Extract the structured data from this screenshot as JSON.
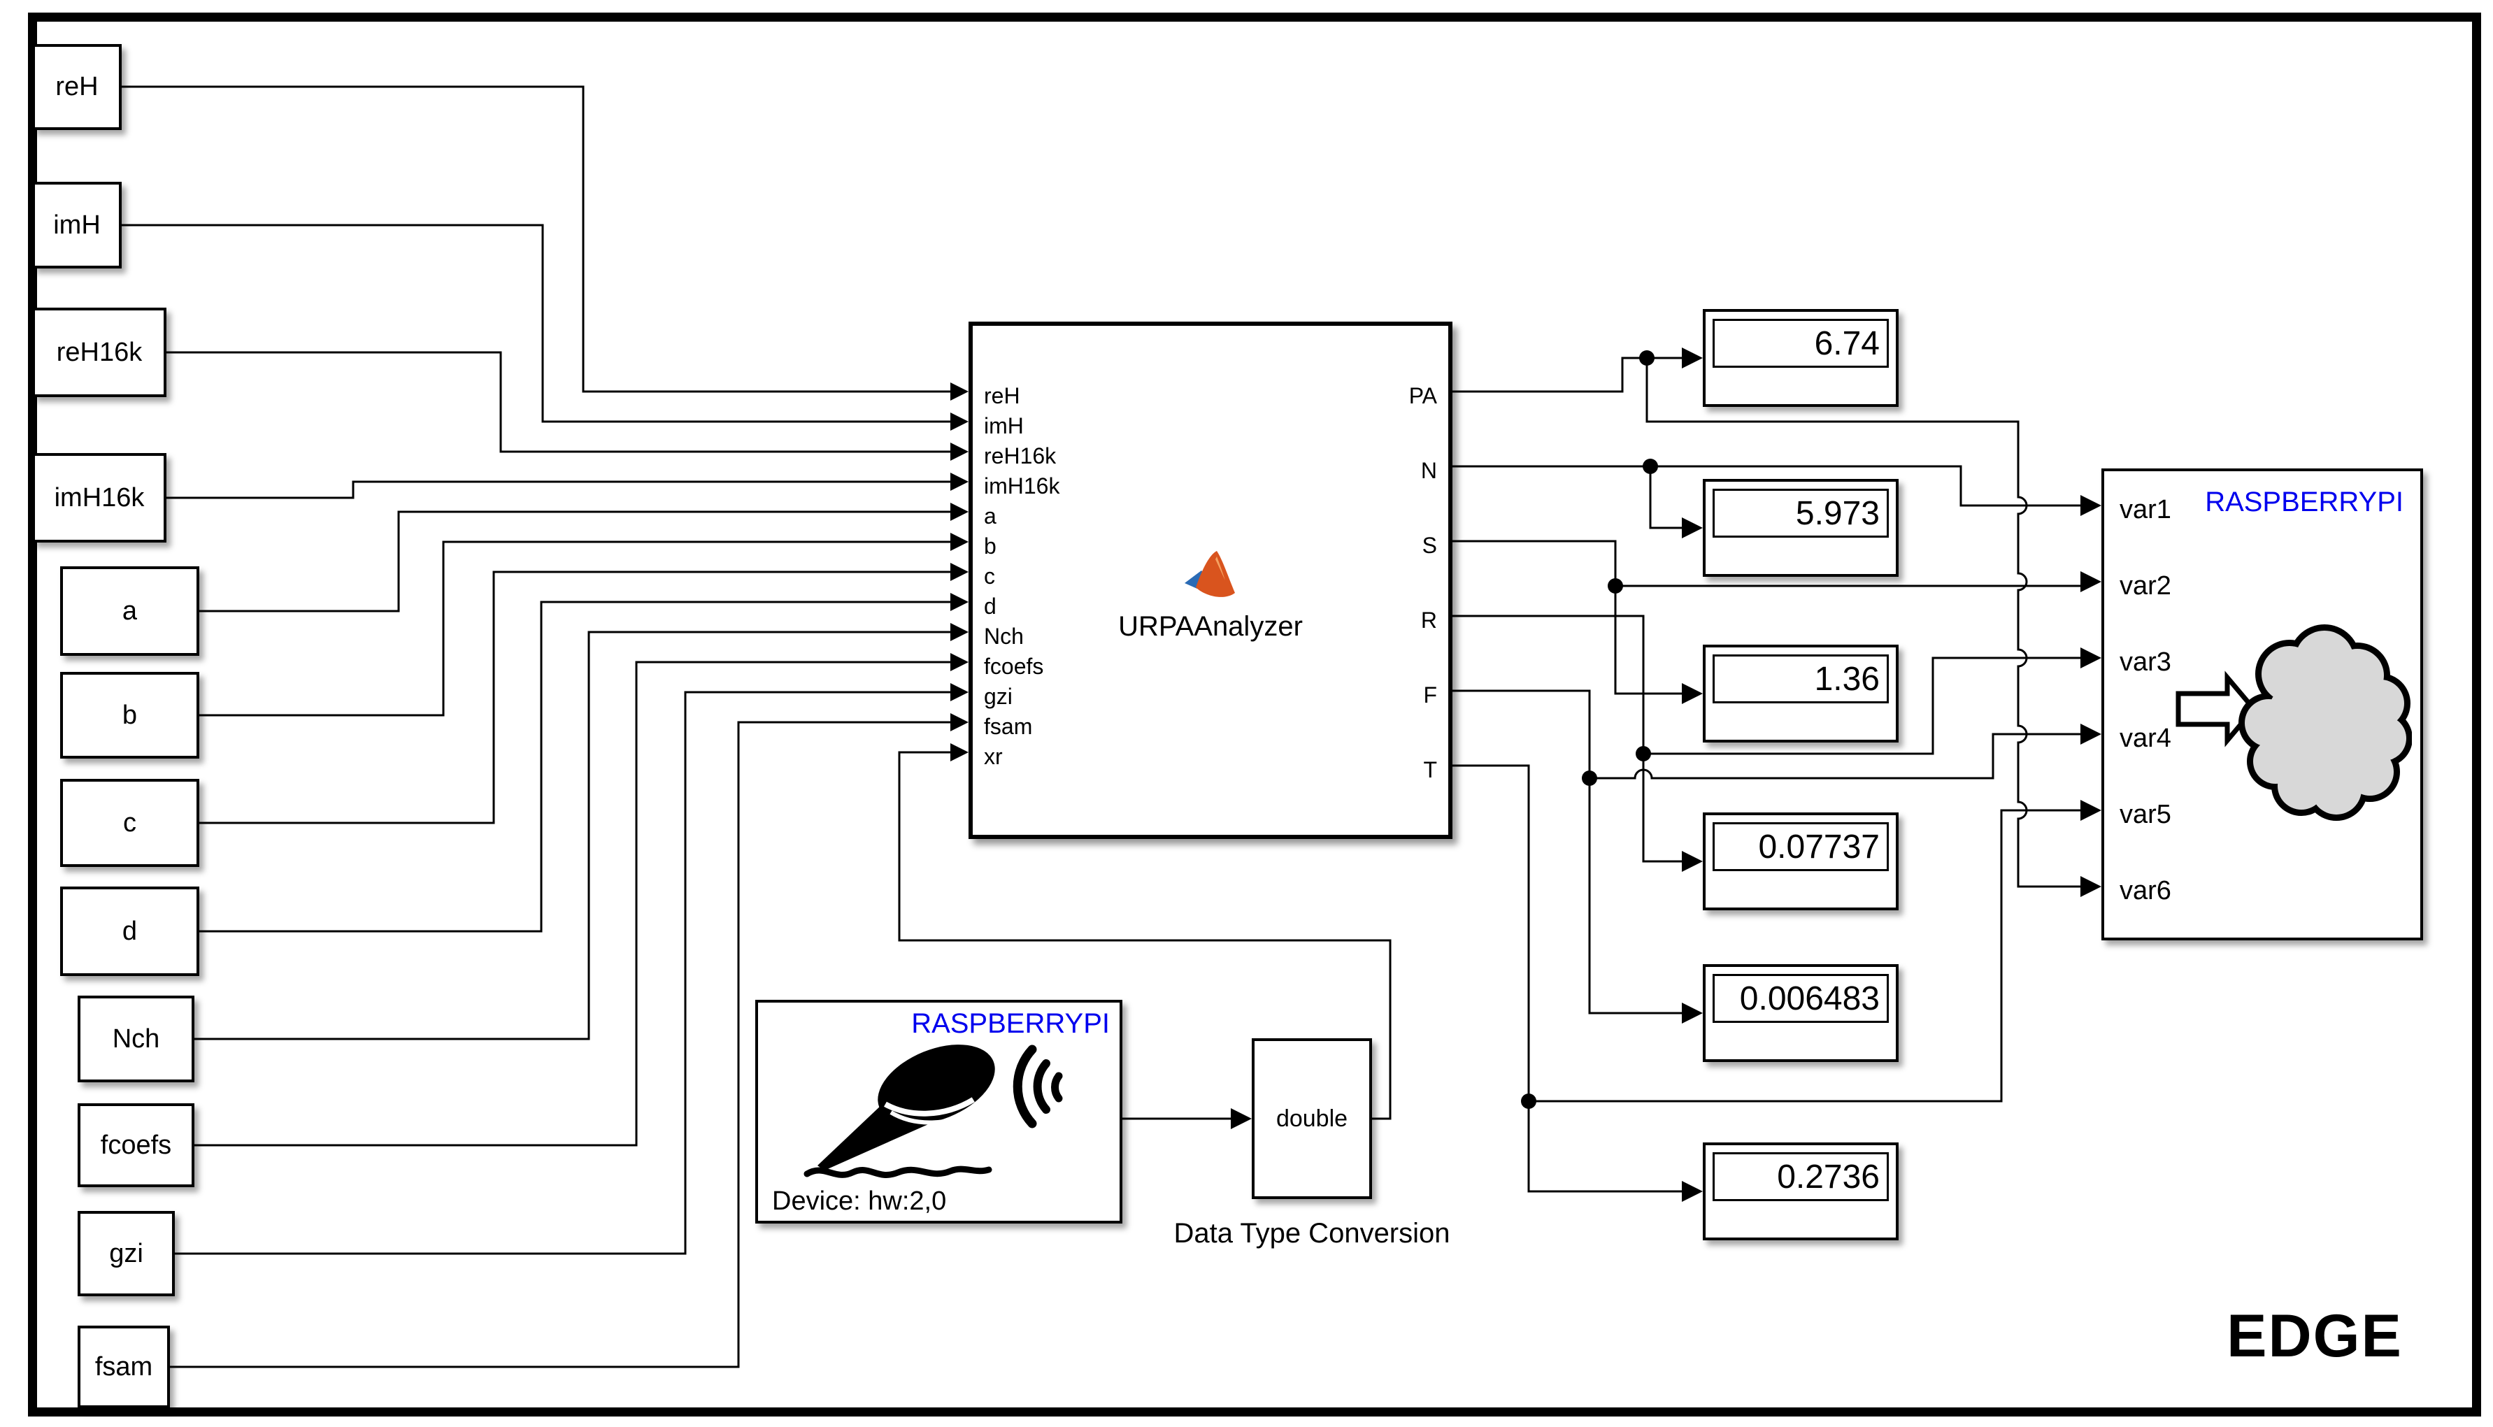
{
  "workspace": {
    "badge": "EDGE"
  },
  "sources": [
    {
      "label": "reH"
    },
    {
      "label": "imH"
    },
    {
      "label": "reH16k"
    },
    {
      "label": "imH16k"
    },
    {
      "label": "a"
    },
    {
      "label": "b"
    },
    {
      "label": "c"
    },
    {
      "label": "d"
    },
    {
      "label": "Nch"
    },
    {
      "label": "fcoefs"
    },
    {
      "label": "gzi"
    },
    {
      "label": "fsam"
    }
  ],
  "analyzer": {
    "name": "URPAAnalyzer",
    "inputs": [
      "reH",
      "imH",
      "reH16k",
      "imH16k",
      "a",
      "b",
      "c",
      "d",
      "Nch",
      "fcoefs",
      "gzi",
      "fsam",
      "xr"
    ],
    "outputs": [
      "PA",
      "N",
      "S",
      "R",
      "F",
      "T"
    ]
  },
  "displays": [
    {
      "value": "6.74"
    },
    {
      "value": "5.973"
    },
    {
      "value": "1.36"
    },
    {
      "value": "0.07737"
    },
    {
      "value": "0.006483"
    },
    {
      "value": "0.2736"
    }
  ],
  "edge_device": {
    "label": "RASPBERRYPI",
    "ports": [
      "var1",
      "var2",
      "var3",
      "var4",
      "var5",
      "var6"
    ]
  },
  "audio_capture": {
    "label": "RASPBERRYPI",
    "device": "Device: hw:2,0"
  },
  "data_type_conversion": {
    "value": "double",
    "caption": "Data Type Conversion"
  },
  "colors": {
    "brand_blue": "#0000ee",
    "cloud_fill": "#d8d8d8",
    "matlab_orange": "#d9541e",
    "matlab_blue": "#2a6bb5"
  }
}
